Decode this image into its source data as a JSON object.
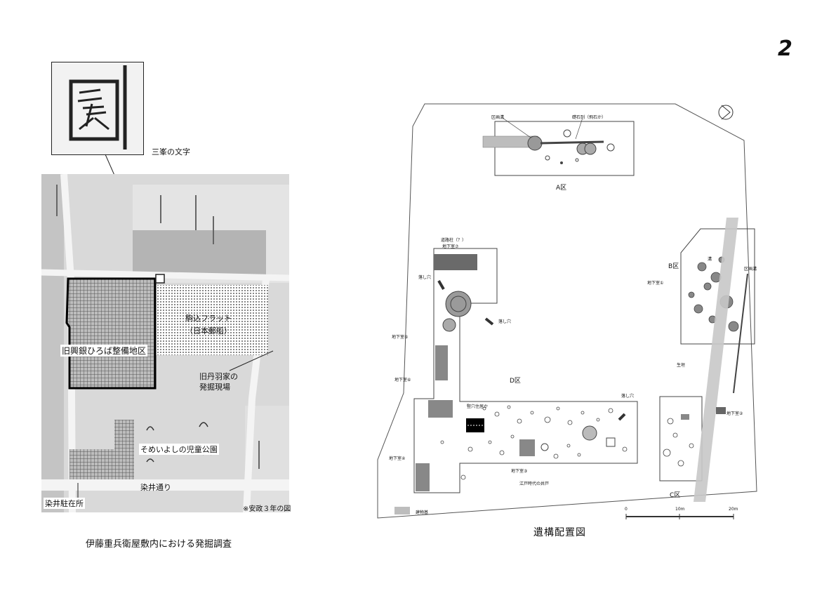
{
  "page_number": "2",
  "left_figure": {
    "inset_label": "三峯の文字",
    "map_labels": {
      "komagome_flat": "駒込フラット",
      "nihon_yusen": "（日本郵船）",
      "old_kokyu": "旧興銀ひろば整備地区",
      "old_niwa_1": "旧丹羽家の",
      "old_niwa_2": "発掘現場",
      "park": "そめいよしの児童公園",
      "street": "染井通り",
      "chuzaisho": "染井駐在所"
    },
    "note": "※安政３年の図",
    "caption": "伊藤重兵衛屋敷内における発掘調査"
  },
  "right_figure": {
    "zones": {
      "a": "A区",
      "b": "B区",
      "c": "C区",
      "d": "D区"
    },
    "features": {
      "ditch_west": "区画溝",
      "stone_row": "礎石列（飛石か）",
      "post": "道路柱（？）",
      "basement_7": "地下室⑦",
      "pit_a": "落し穴",
      "pit_b": "落し穴",
      "basement_5": "地下室⑤",
      "basement_6": "地下室⑥",
      "pit_dwelling": "竪穴住居か",
      "pit_c": "落し穴",
      "basement_4": "地下室④",
      "basement_3": "地下室③",
      "well": "江戸時代の井戸",
      "ditch_b": "溝",
      "basement_1": "地下室①",
      "ditch_east": "区画溝",
      "hedge": "生垣",
      "basement_2": "地下室②"
    },
    "legend": "建物基",
    "scale": [
      "0",
      "10m",
      "20m"
    ],
    "caption": "遺構配置図"
  }
}
